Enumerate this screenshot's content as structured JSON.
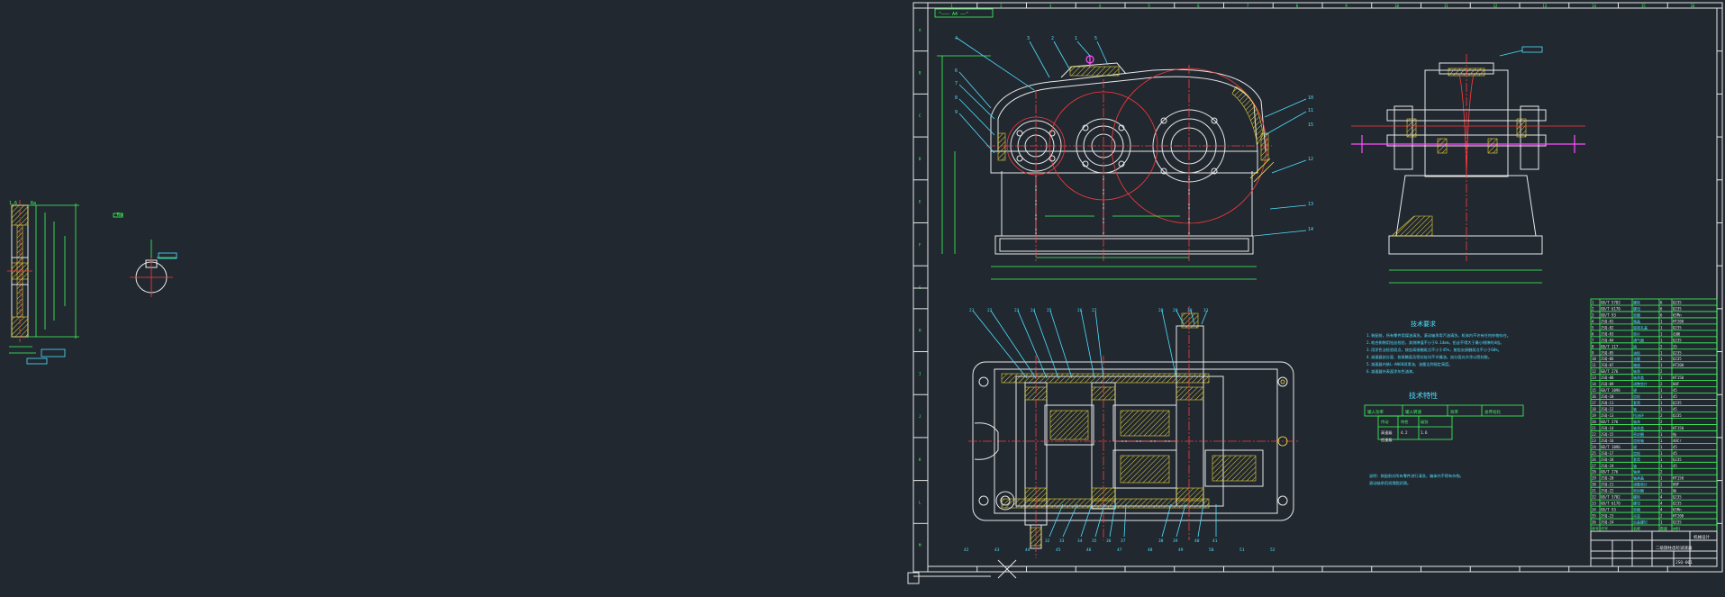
{
  "drawing": {
    "layer_tag": "\"——— A4 ——\"",
    "tech_req_title": "技术要求",
    "tech_char_title": "技术特性",
    "tech_req_lines": [
      "1.装配前，所有零件用煤油清洗，滚动轴承用汽油清洗，机体内不许有任何杂物存在。",
      "2.啮合侧隙用铅丝检验，其侧隙值不小于0.14mm，铅丝不得大于最小侧隙的4倍。",
      "3.用涂色法检验斑点，按齿高接触斑点不小于45%，按齿长接触斑点不小于60%。",
      "4.减速器剖分面、各接触面及密封处均不许漏油，剖分面允许涂以密封胶。",
      "5.减速器内装L-AN68润滑油，油量达到规定高度。",
      "6.减速器外表面涂灰色油漆。"
    ],
    "note_lines": [
      "说明：装配前对所有零件进行清洗，箱体内不得有杂物。",
      "滚动轴承用润滑脂润滑。"
    ],
    "char_table_header": [
      "输入功率",
      "输入转速",
      "效率",
      "总传动比"
    ],
    "char_table_sub": [
      "传动",
      "特性",
      "级别"
    ],
    "char_table_rows": [
      [
        "高速级",
        "4.2",
        "1.6"
      ],
      [
        "低速级",
        "",
        ""
      ]
    ],
    "title_block": {
      "name": "二级圆柱齿轮减速器",
      "school": "机械设计",
      "code": "JSQ-001"
    },
    "callouts_top": [
      "4",
      "3",
      "2",
      "1",
      "5",
      "6",
      "7",
      "8",
      "9",
      "10",
      "11",
      "12",
      "13",
      "14",
      "15"
    ],
    "callouts_plan": [
      "21",
      "22",
      "23",
      "24",
      "25",
      "26",
      "27",
      "28",
      "29",
      "30",
      "31",
      "32",
      "33",
      "34",
      "35",
      "36",
      "37",
      "38",
      "39",
      "40",
      "41",
      "42",
      "43",
      "44",
      "45",
      "46",
      "47",
      "48",
      "49",
      "50",
      "51",
      "52"
    ],
    "border_numbers": [
      "1",
      "2",
      "3",
      "4",
      "5",
      "6",
      "7",
      "8",
      "9",
      "10",
      "11",
      "12",
      "13",
      "14",
      "15",
      "16"
    ],
    "border_letters": [
      "A",
      "B",
      "C",
      "D",
      "E",
      "F",
      "G",
      "H",
      "I",
      "J",
      "K",
      "L",
      "M"
    ],
    "parts_list": [
      [
        "1",
        "GB/T 5783",
        "螺栓",
        "6",
        "Q235"
      ],
      [
        "2",
        "GB/T 6170",
        "螺母",
        "6",
        "Q235"
      ],
      [
        "3",
        "GB/T 93",
        "垫圈",
        "6",
        "65Mn"
      ],
      [
        "4",
        "JSQ-01",
        "箱盖",
        "1",
        "HT200"
      ],
      [
        "5",
        "JSQ-02",
        "窥视孔盖",
        "1",
        "Q235"
      ],
      [
        "6",
        "JSQ-03",
        "垫片",
        "1",
        "石棉"
      ],
      [
        "7",
        "JSQ-04",
        "通气器",
        "1",
        "Q235"
      ],
      [
        "8",
        "GB/T 117",
        "销",
        "2",
        "35"
      ],
      [
        "9",
        "JSQ-05",
        "油标",
        "1",
        "Q235"
      ],
      [
        "10",
        "JSQ-06",
        "油塞",
        "1",
        "Q235"
      ],
      [
        "11",
        "JSQ-07",
        "箱座",
        "1",
        "HT200"
      ],
      [
        "12",
        "GB/T 276",
        "轴承",
        "2",
        ""
      ],
      [
        "13",
        "JSQ-08",
        "轴承盖",
        "1",
        "HT150"
      ],
      [
        "14",
        "JSQ-09",
        "调整垫片",
        "2",
        "08F"
      ],
      [
        "15",
        "GB/T 1096",
        "键",
        "1",
        "45"
      ],
      [
        "16",
        "JSQ-10",
        "齿轮",
        "1",
        "45"
      ],
      [
        "17",
        "JSQ-11",
        "套筒",
        "1",
        "Q235"
      ],
      [
        "18",
        "JSQ-12",
        "轴",
        "1",
        "45"
      ],
      [
        "19",
        "JSQ-13",
        "挡油环",
        "2",
        "Q235"
      ],
      [
        "20",
        "GB/T 276",
        "轴承",
        "2",
        ""
      ],
      [
        "21",
        "JSQ-14",
        "轴承盖",
        "1",
        "HT150"
      ],
      [
        "22",
        "JSQ-15",
        "密封圈",
        "1",
        "毡"
      ],
      [
        "23",
        "JSQ-16",
        "齿轮轴",
        "1",
        "40Cr"
      ],
      [
        "24",
        "GB/T 1096",
        "键",
        "1",
        "45"
      ],
      [
        "25",
        "JSQ-17",
        "齿轮",
        "1",
        "45"
      ],
      [
        "26",
        "JSQ-18",
        "套筒",
        "1",
        "Q235"
      ],
      [
        "27",
        "JSQ-19",
        "轴",
        "1",
        "45"
      ],
      [
        "28",
        "GB/T 276",
        "轴承",
        "2",
        ""
      ],
      [
        "29",
        "JSQ-20",
        "轴承盖",
        "1",
        "HT150"
      ],
      [
        "30",
        "JSQ-21",
        "调整垫片",
        "2",
        "08F"
      ],
      [
        "31",
        "JSQ-22",
        "密封圈",
        "1",
        "毡"
      ],
      [
        "32",
        "GB/T 5782",
        "螺栓",
        "4",
        "Q235"
      ],
      [
        "33",
        "GB/T 6170",
        "螺母",
        "4",
        "Q235"
      ],
      [
        "34",
        "GB/T 93",
        "垫圈",
        "4",
        "65Mn"
      ],
      [
        "35",
        "JSQ-23",
        "吊耳",
        "2",
        "HT200"
      ],
      [
        "36",
        "JSQ-24",
        "启盖螺钉",
        "1",
        "Q235"
      ]
    ],
    "parts_header": [
      "序号",
      "代号",
      "名称",
      "数量",
      "材料"
    ]
  },
  "colors": {
    "background": "#212830",
    "outline": "#e8e8e8",
    "centerline": "#ff3b3b",
    "dimension": "#3cff5a",
    "text": "#4fe0ff",
    "hatch": "#e8d23c",
    "highlight": "#ff4fff"
  }
}
